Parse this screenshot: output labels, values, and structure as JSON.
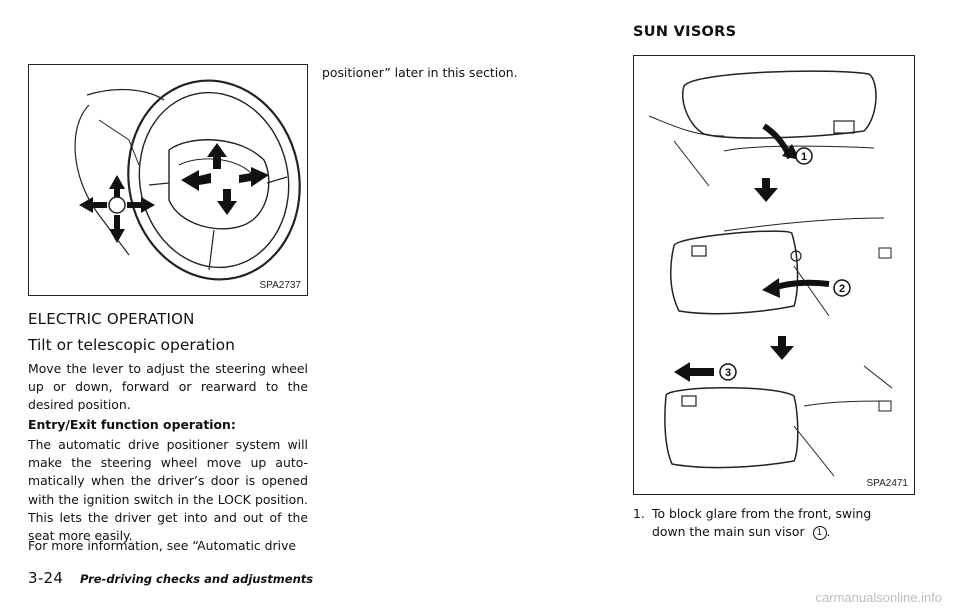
{
  "left_column": {
    "figure_code": "SPA2737",
    "section_heading": "ELECTRIC OPERATION",
    "sub_heading": "Tilt or telescopic operation",
    "para1": "Move the lever to adjust the steering wheel up or down, forward or rearward to the desired position.",
    "bold_label": "Entry/Exit function operation:",
    "para2": "The automatic drive positioner system will make the steering wheel move up auto-matically when the driver’s door is opened with the ignition switch in the LOCK position. This lets the driver get into and out of the seat more easily.",
    "para3": "For more information, see “Automatic drive"
  },
  "middle_column": {
    "para_cont": "positioner” later in this section."
  },
  "right_column": {
    "heading": "SUN VISORS",
    "figure_code": "SPA2471",
    "step1_number": "1.",
    "step1_line1": "To block glare from the front, swing",
    "step1_line2": "down the main sun visor",
    "step1_marker": "1",
    "step1_end": ".",
    "callouts": [
      "1",
      "2",
      "3"
    ]
  },
  "footer": {
    "page_number": "3-24",
    "chapter": "Pre-driving checks and adjustments",
    "watermark": "carmanualsonline.info"
  }
}
